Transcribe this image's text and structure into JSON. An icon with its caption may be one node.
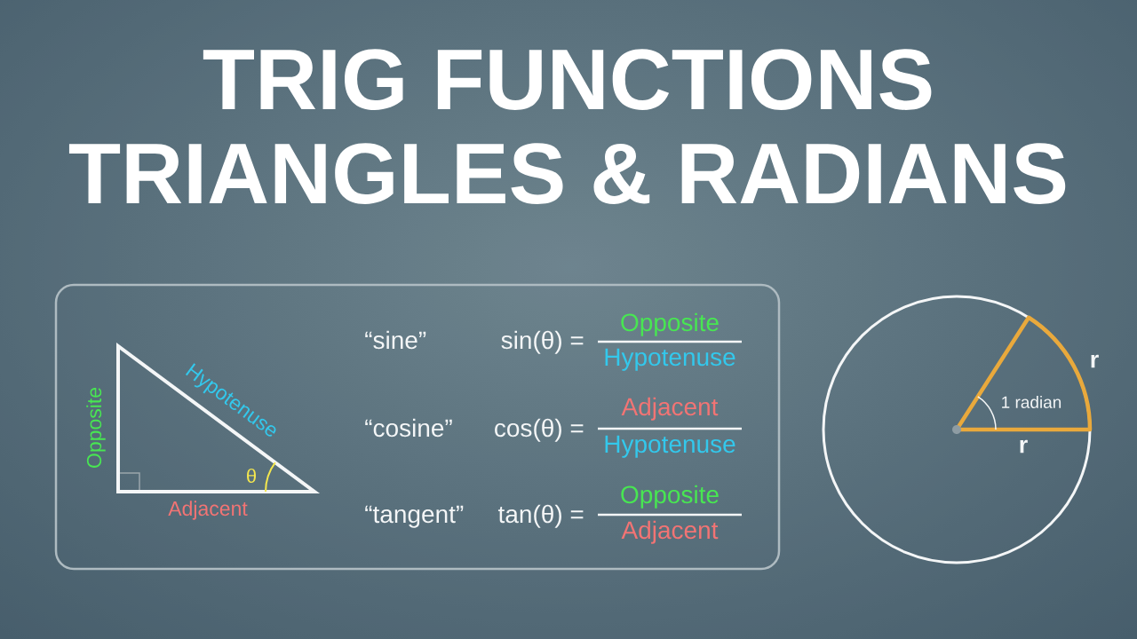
{
  "diagram": {
    "title": "TRIG FUNCTIONS TRIANGLES & RADIANS",
    "nodes": [
      {
        "text": [
          "“sine”",
          "sin(θ) =",
          "Opposite",
          "Hypotenuse",
          "“cosine”",
          "cos(θ) =",
          "Adjacent",
          "Hypotenuse",
          "“tangent”",
          "tan(θ) =",
          "Opposite",
          "Adjacent"
        ]
      },
      {
        "text": [
          "θ"
        ],
        "beside": [
          "Opposite",
          "Hypotenuse",
          "Adjacent"
        ],
        "in": 0
      },
      {
        "text": [],
        "shape": "circle"
      },
      {
        "text": [
          "1 radian"
        ],
        "beside": [
          "r",
          "r"
        ],
        "in": 2
      }
    ]
  }
}
